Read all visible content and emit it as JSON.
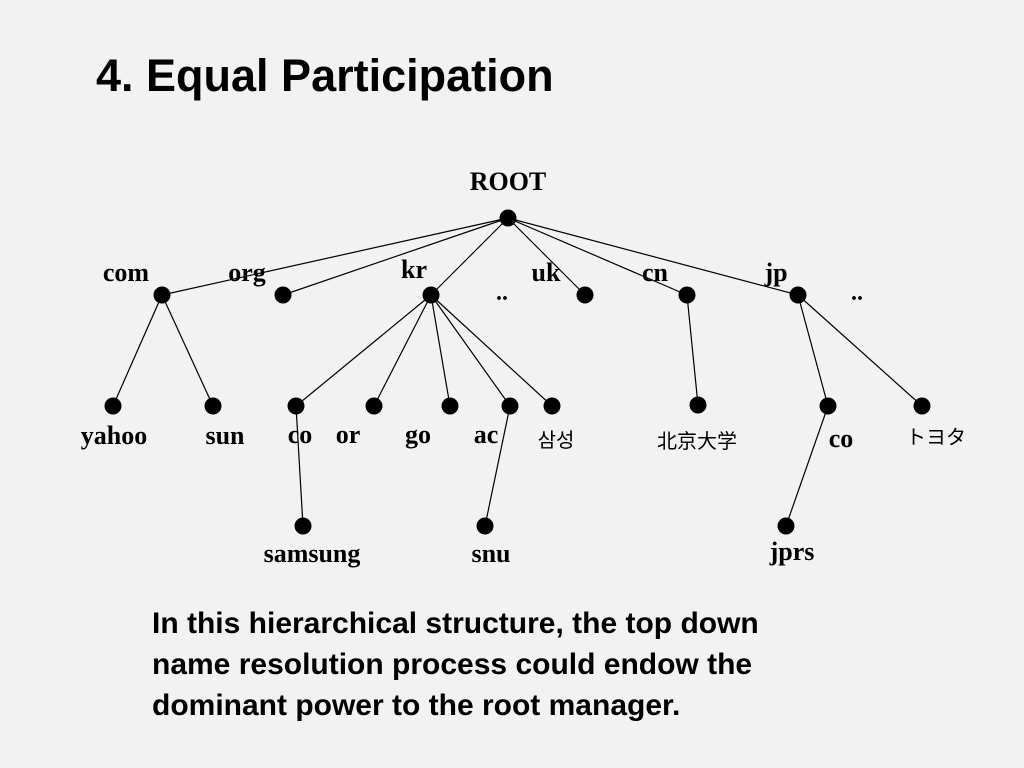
{
  "slide": {
    "title": "4. Equal Participation",
    "caption_lines": [
      "In this hierarchical structure, the top down",
      "name resolution process could endow the",
      "dominant power to the root manager."
    ]
  },
  "tree": {
    "root": "ROOT",
    "tld": {
      "com": "com",
      "org": "org",
      "kr": "kr",
      "uk": "uk",
      "cn": "cn",
      "jp": "jp"
    },
    "ellipsis": "..",
    "second_level": {
      "yahoo": "yahoo",
      "sun": "sun",
      "co_kr": "co",
      "or": "or",
      "go": "go",
      "ac": "ac",
      "samsung_ko": "삼성",
      "beijing_univ": "北京大学",
      "co_jp": "co",
      "toyota": "トヨタ"
    },
    "third_level": {
      "samsung": "samsung",
      "snu": "snu",
      "jprs": "jprs"
    }
  }
}
